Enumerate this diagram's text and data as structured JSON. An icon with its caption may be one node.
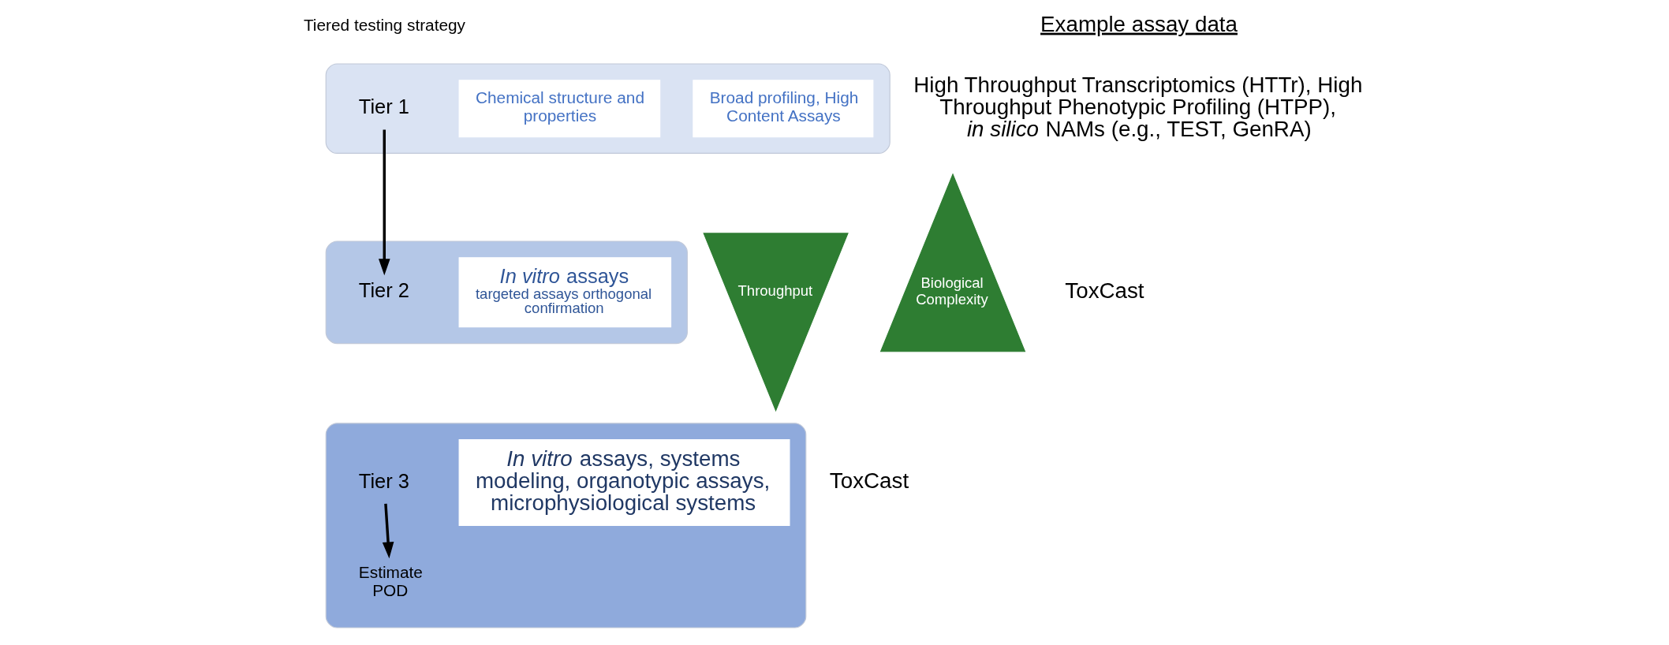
{
  "diagram": {
    "nodes": [
      {
        "text": [],
        "shape": "box"
      },
      {
        "text": [
          "Tier 1"
        ],
        "in": 0
      },
      {
        "text": [
          "Chemical structure and properties"
        ],
        "in": 0
      },
      {
        "text": [
          "Broad profiling, High Content Assays"
        ],
        "in": 0
      },
      {
        "text": [],
        "shape": "box"
      },
      {
        "text": [
          "Tier 2"
        ],
        "in": 4
      },
      {
        "text": [
          "*In vitro* assays",
          "targeted assays orthogonal confirmation"
        ],
        "in": 4
      },
      {
        "text": [],
        "shape": "box"
      },
      {
        "text": [
          "Tier 3"
        ],
        "in": 7
      },
      {
        "text": [
          "Estimate POD"
        ],
        "in": 7
      },
      {
        "text": [
          "*In vitro* assays, systems modeling, organotypic assays, microphysiological systems"
        ],
        "in": 7
      },
      {
        "text": [
          "Throughput"
        ]
      },
      {
        "text": [
          "Biological Complexity"
        ]
      }
    ],
    "edges": [
      {
        "from": 1,
        "to": 5,
        "arrow": "to"
      },
      {
        "from": 8,
        "to": 9,
        "arrow": "to"
      }
    ],
    "labels": [
      "Tiered testing strategy",
      "Example assay data",
      "High Throughput Transcriptomics (HTTr), High Throughput Phenotypic Profiling (HTPP), *in silico* NAMs (e.g., TEST, GenRA)",
      "ToxCast",
      "ToxCast"
    ]
  }
}
